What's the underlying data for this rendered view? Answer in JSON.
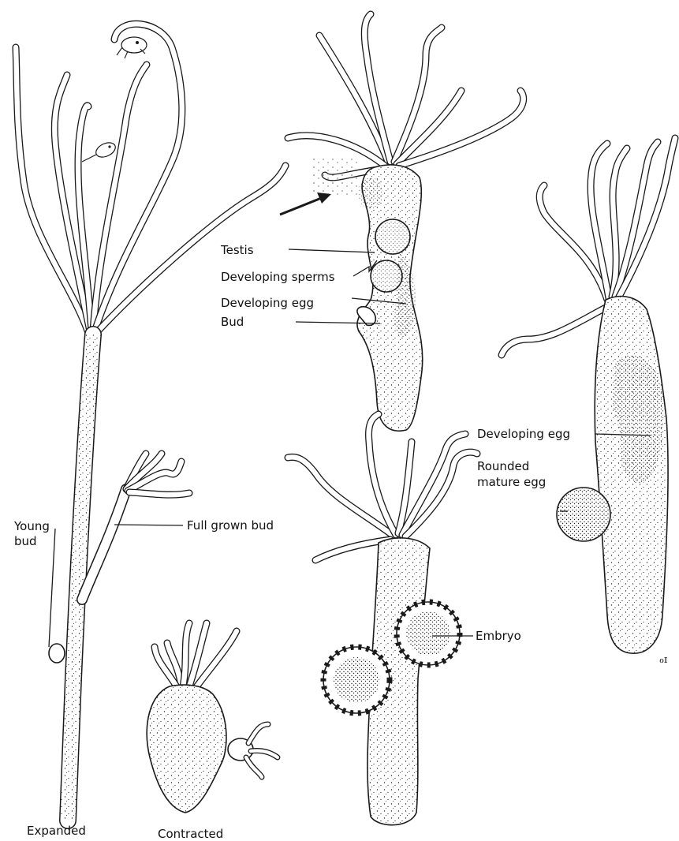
{
  "labels": {
    "testis": "Testis",
    "developing_sperms": "Developing sperms",
    "developing_egg_male": "Developing egg",
    "bud": "Bud",
    "developing_egg_female": "Developing egg",
    "rounded_mature_egg_line1": "Rounded",
    "rounded_mature_egg_line2": "mature egg",
    "young_bud_line1": "Young",
    "young_bud_line2": "bud",
    "full_grown_bud": "Full grown bud",
    "embryo": "Embryo",
    "caption_expanded": "Expanded",
    "caption_contracted": "Contracted",
    "artist_mark": "ℴɪ"
  },
  "colors": {
    "ink": "#1a1a1a",
    "paper": "#ffffff"
  }
}
